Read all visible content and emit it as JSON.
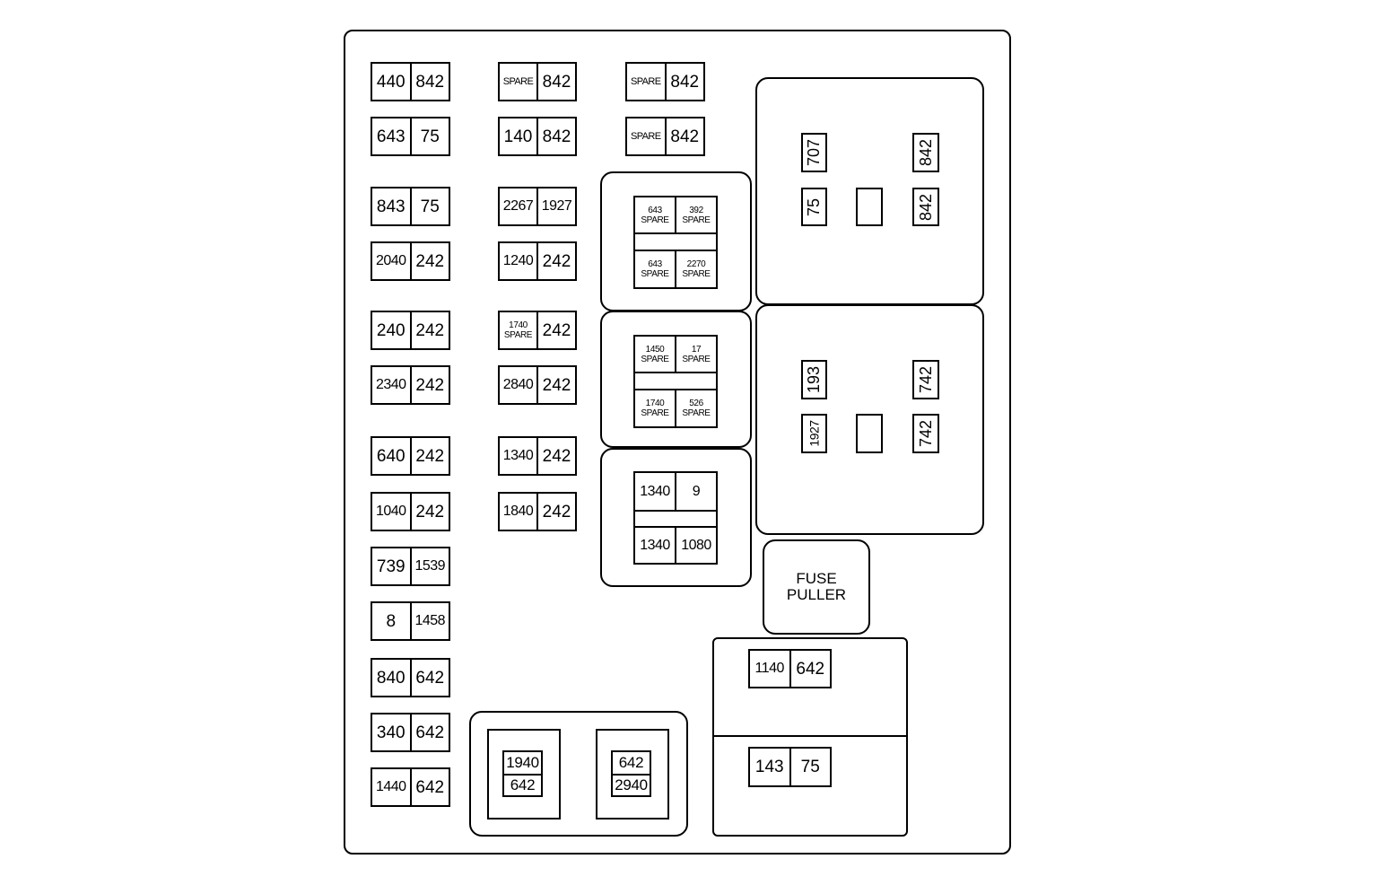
{
  "col1": [
    {
      "a": "440",
      "b": "842"
    },
    {
      "a": "643",
      "b": "75"
    },
    {
      "a": "843",
      "b": "75"
    },
    {
      "a": "2040",
      "b": "242"
    },
    {
      "a": "240",
      "b": "242"
    },
    {
      "a": "2340",
      "b": "242"
    },
    {
      "a": "640",
      "b": "242"
    },
    {
      "a": "1040",
      "b": "242"
    },
    {
      "a": "739",
      "b": "1539"
    },
    {
      "a": "8",
      "b": "1458"
    },
    {
      "a": "840",
      "b": "642"
    },
    {
      "a": "340",
      "b": "642"
    },
    {
      "a": "1440",
      "b": "642"
    }
  ],
  "col2": [
    {
      "a": "SPARE",
      "b": "842"
    },
    {
      "a": "140",
      "b": "842"
    },
    {
      "a": "2267",
      "b": "1927"
    },
    {
      "a": "1240",
      "b": "242"
    },
    {
      "a1": "1740",
      "a2": "SPARE",
      "b": "242"
    },
    {
      "a": "2840",
      "b": "242"
    },
    {
      "a": "1340",
      "b": "242"
    },
    {
      "a": "1840",
      "b": "242"
    }
  ],
  "col3": [
    {
      "a": "SPARE",
      "b": "842"
    },
    {
      "a": "SPARE",
      "b": "842"
    }
  ],
  "relay1": {
    "tl1": "643",
    "tl2": "SPARE",
    "tr1": "392",
    "tr2": "SPARE",
    "bl1": "643",
    "bl2": "SPARE",
    "br1": "2270",
    "br2": "SPARE"
  },
  "relay2": {
    "tl1": "1450",
    "tl2": "SPARE",
    "tr1": "17",
    "tr2": "SPARE",
    "bl1": "1740",
    "bl2": "SPARE",
    "br1": "526",
    "br2": "SPARE"
  },
  "relay3": {
    "tl": "1340",
    "tr": "9",
    "bl": "1340",
    "br": "1080"
  },
  "bigrelay1": {
    "l1": "707",
    "l2": "75",
    "r1": "842",
    "r2": "842"
  },
  "bigrelay2": {
    "l1": "193",
    "l2": "1927",
    "r1": "742",
    "r2": "742"
  },
  "puller": {
    "line1": "FUSE",
    "line2": "PULLER"
  },
  "bottom_left": {
    "s1": {
      "top": "1940",
      "bottom": "642"
    },
    "s2": {
      "top": "642",
      "bottom": "2940"
    }
  },
  "bottom_right": {
    "f1": {
      "a": "1140",
      "b": "642"
    },
    "f2": {
      "a": "143",
      "b": "75"
    }
  }
}
